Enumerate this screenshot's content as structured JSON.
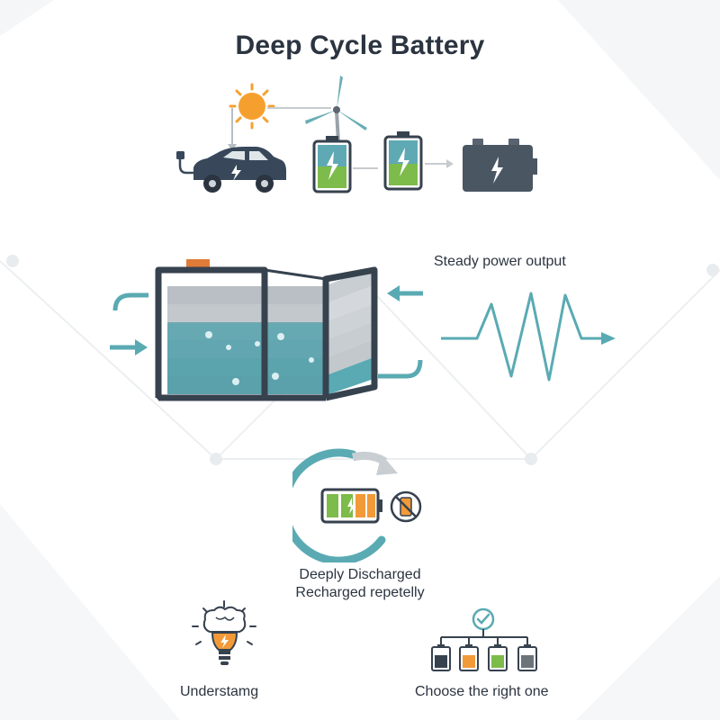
{
  "title": "Deep Cycle Battery",
  "labels": {
    "steady_output": "Steady power output",
    "cycle_line1": "Deeply Discharged",
    "cycle_line2": "Recharged repetelly",
    "understand": "Understamg",
    "choose": "Choose the right one"
  },
  "icons": [
    "sun-icon",
    "wind-turbine-icon",
    "electric-car-icon",
    "battery-icon",
    "car-battery-icon",
    "brain-lightbulb-icon",
    "checkmark-icon",
    "no-battery-icon"
  ],
  "colors": {
    "teal": "#5aaab3",
    "dark": "#37424f",
    "green": "#7dbb4a",
    "orange": "#f29a38",
    "grey": "#9aa0a6"
  }
}
